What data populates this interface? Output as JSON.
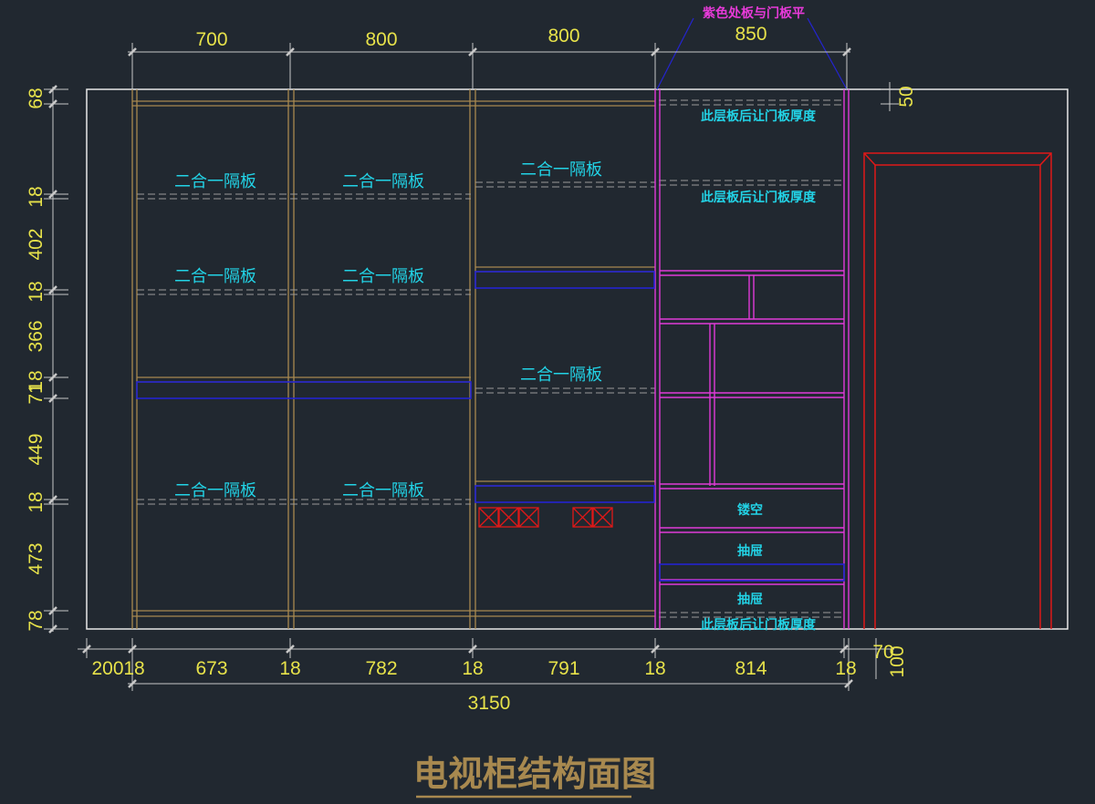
{
  "drawing": {
    "title": "电视柜结构面图",
    "top_dims": [
      "700",
      "800",
      "800",
      "850"
    ],
    "bottom_dims": [
      "200",
      "18",
      "673",
      "18",
      "782",
      "18",
      "791",
      "18",
      "814",
      "18"
    ],
    "total": "3150",
    "right_dims": [
      "70",
      "100",
      "50"
    ],
    "left_dims": [
      "68",
      "18",
      "402",
      "18",
      "366",
      "18",
      "71",
      "449",
      "18",
      "473",
      "78"
    ],
    "labels": {
      "partition": "二合一隔板",
      "shelf_note": "此层板后让门板厚度",
      "purple_note": "紫色处板与门板平",
      "hollow": "镂空",
      "drawer": "抽屉"
    },
    "colors": {
      "background": "#212830",
      "frame": "#a8894f",
      "purple": "#e03ad8",
      "blue": "#2424d0",
      "red": "#e01818",
      "dimension": "#e7e24a",
      "annotation": "#22d3e6",
      "outline": "#e8e8e8"
    }
  }
}
